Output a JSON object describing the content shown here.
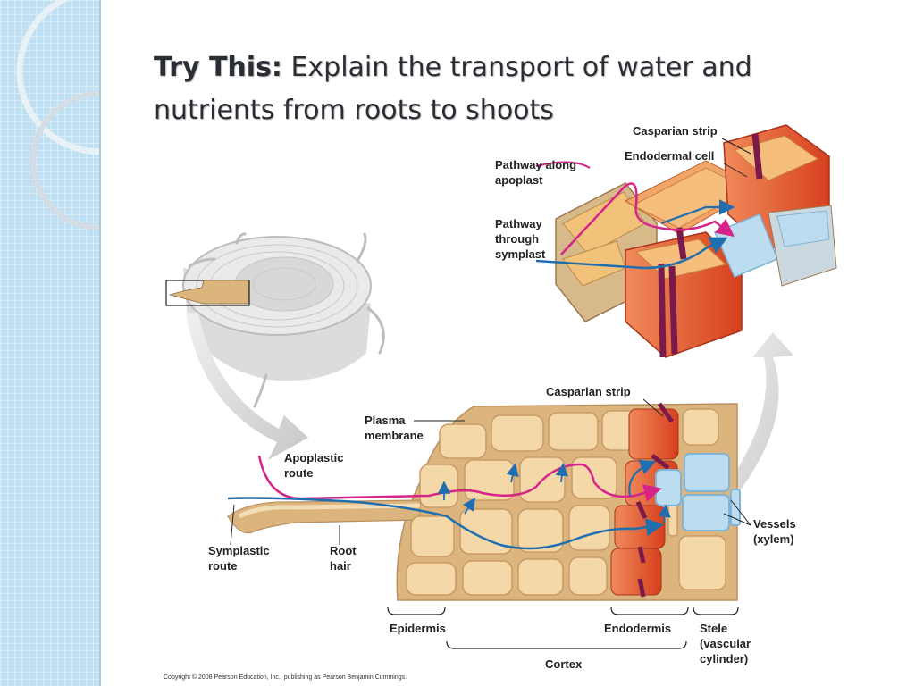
{
  "slide": {
    "title_lead": "Try This:",
    "title_rest": " Explain the transport of water and nutrients from roots to shoots"
  },
  "labels": {
    "casparian_strip_top": "Casparian strip",
    "endodermal_cell": "Endodermal cell",
    "pathway_apoplast": [
      "Pathway along",
      "apoplast"
    ],
    "pathway_symplast": [
      "Pathway",
      "through",
      "symplast"
    ],
    "casparian_strip_bottom": "Casparian strip",
    "plasma_membrane": [
      "Plasma",
      "membrane"
    ],
    "apoplastic_route": [
      "Apoplastic",
      "route"
    ],
    "symplastic_route": [
      "Symplastic",
      "route"
    ],
    "root_hair": [
      "Root",
      "hair"
    ],
    "vessels": [
      "Vessels",
      "(xylem)"
    ],
    "epidermis": "Epidermis",
    "endodermis": "Endodermis",
    "stele": [
      "Stele",
      "(vascular",
      "cylinder)"
    ],
    "cortex": "Cortex"
  },
  "copyright": "Copyright © 2008 Pearson Education, Inc., publishing as Pearson Benjamin Cummings.",
  "colors": {
    "apoplast_route": "#d6248a",
    "symplast_route": "#1f6fb0",
    "casparian_strip": "#7a1a4a",
    "endodermal_cell": "#e0592a",
    "cortex_cell": "#f5d8a8",
    "xylem_vessel": "#bcdcf0"
  }
}
